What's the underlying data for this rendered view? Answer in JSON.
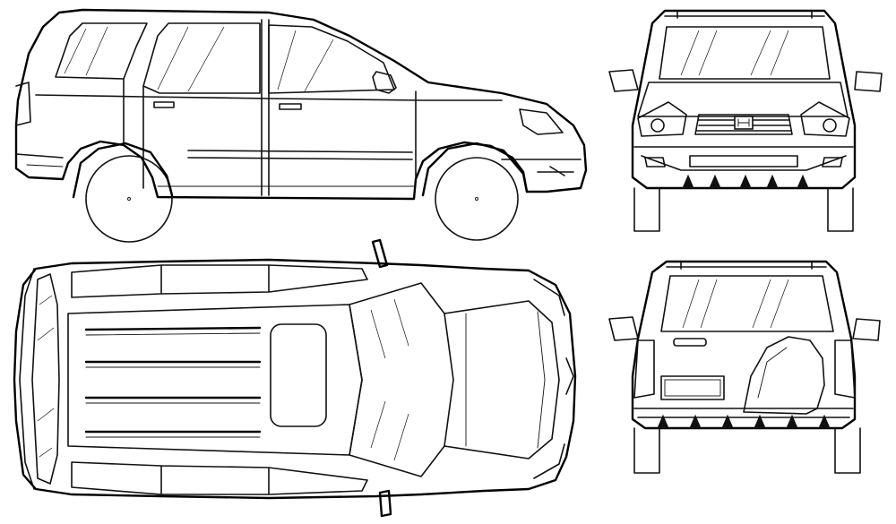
{
  "drawing": {
    "views": [
      {
        "id": "side",
        "icon": "side-view-drawing"
      },
      {
        "id": "front",
        "icon": "front-view-drawing"
      },
      {
        "id": "top",
        "icon": "top-view-drawing"
      },
      {
        "id": "rear",
        "icon": "rear-view-drawing"
      }
    ],
    "colors": {
      "line": "#111111",
      "background": "#ffffff"
    }
  }
}
